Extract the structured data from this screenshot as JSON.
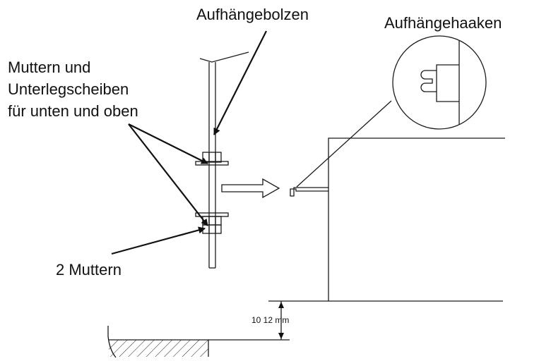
{
  "labels": {
    "suspension_bolt": "Aufhängebolzen",
    "suspension_hook": "Aufhängehaaken",
    "nuts_washers_line1": "Muttern und",
    "nuts_washers_line2": "Unterlegscheiben",
    "nuts_washers_line3": "für unten und oben",
    "two_nuts": "2 Muttern",
    "gap_dimension": "10 12 mm"
  }
}
